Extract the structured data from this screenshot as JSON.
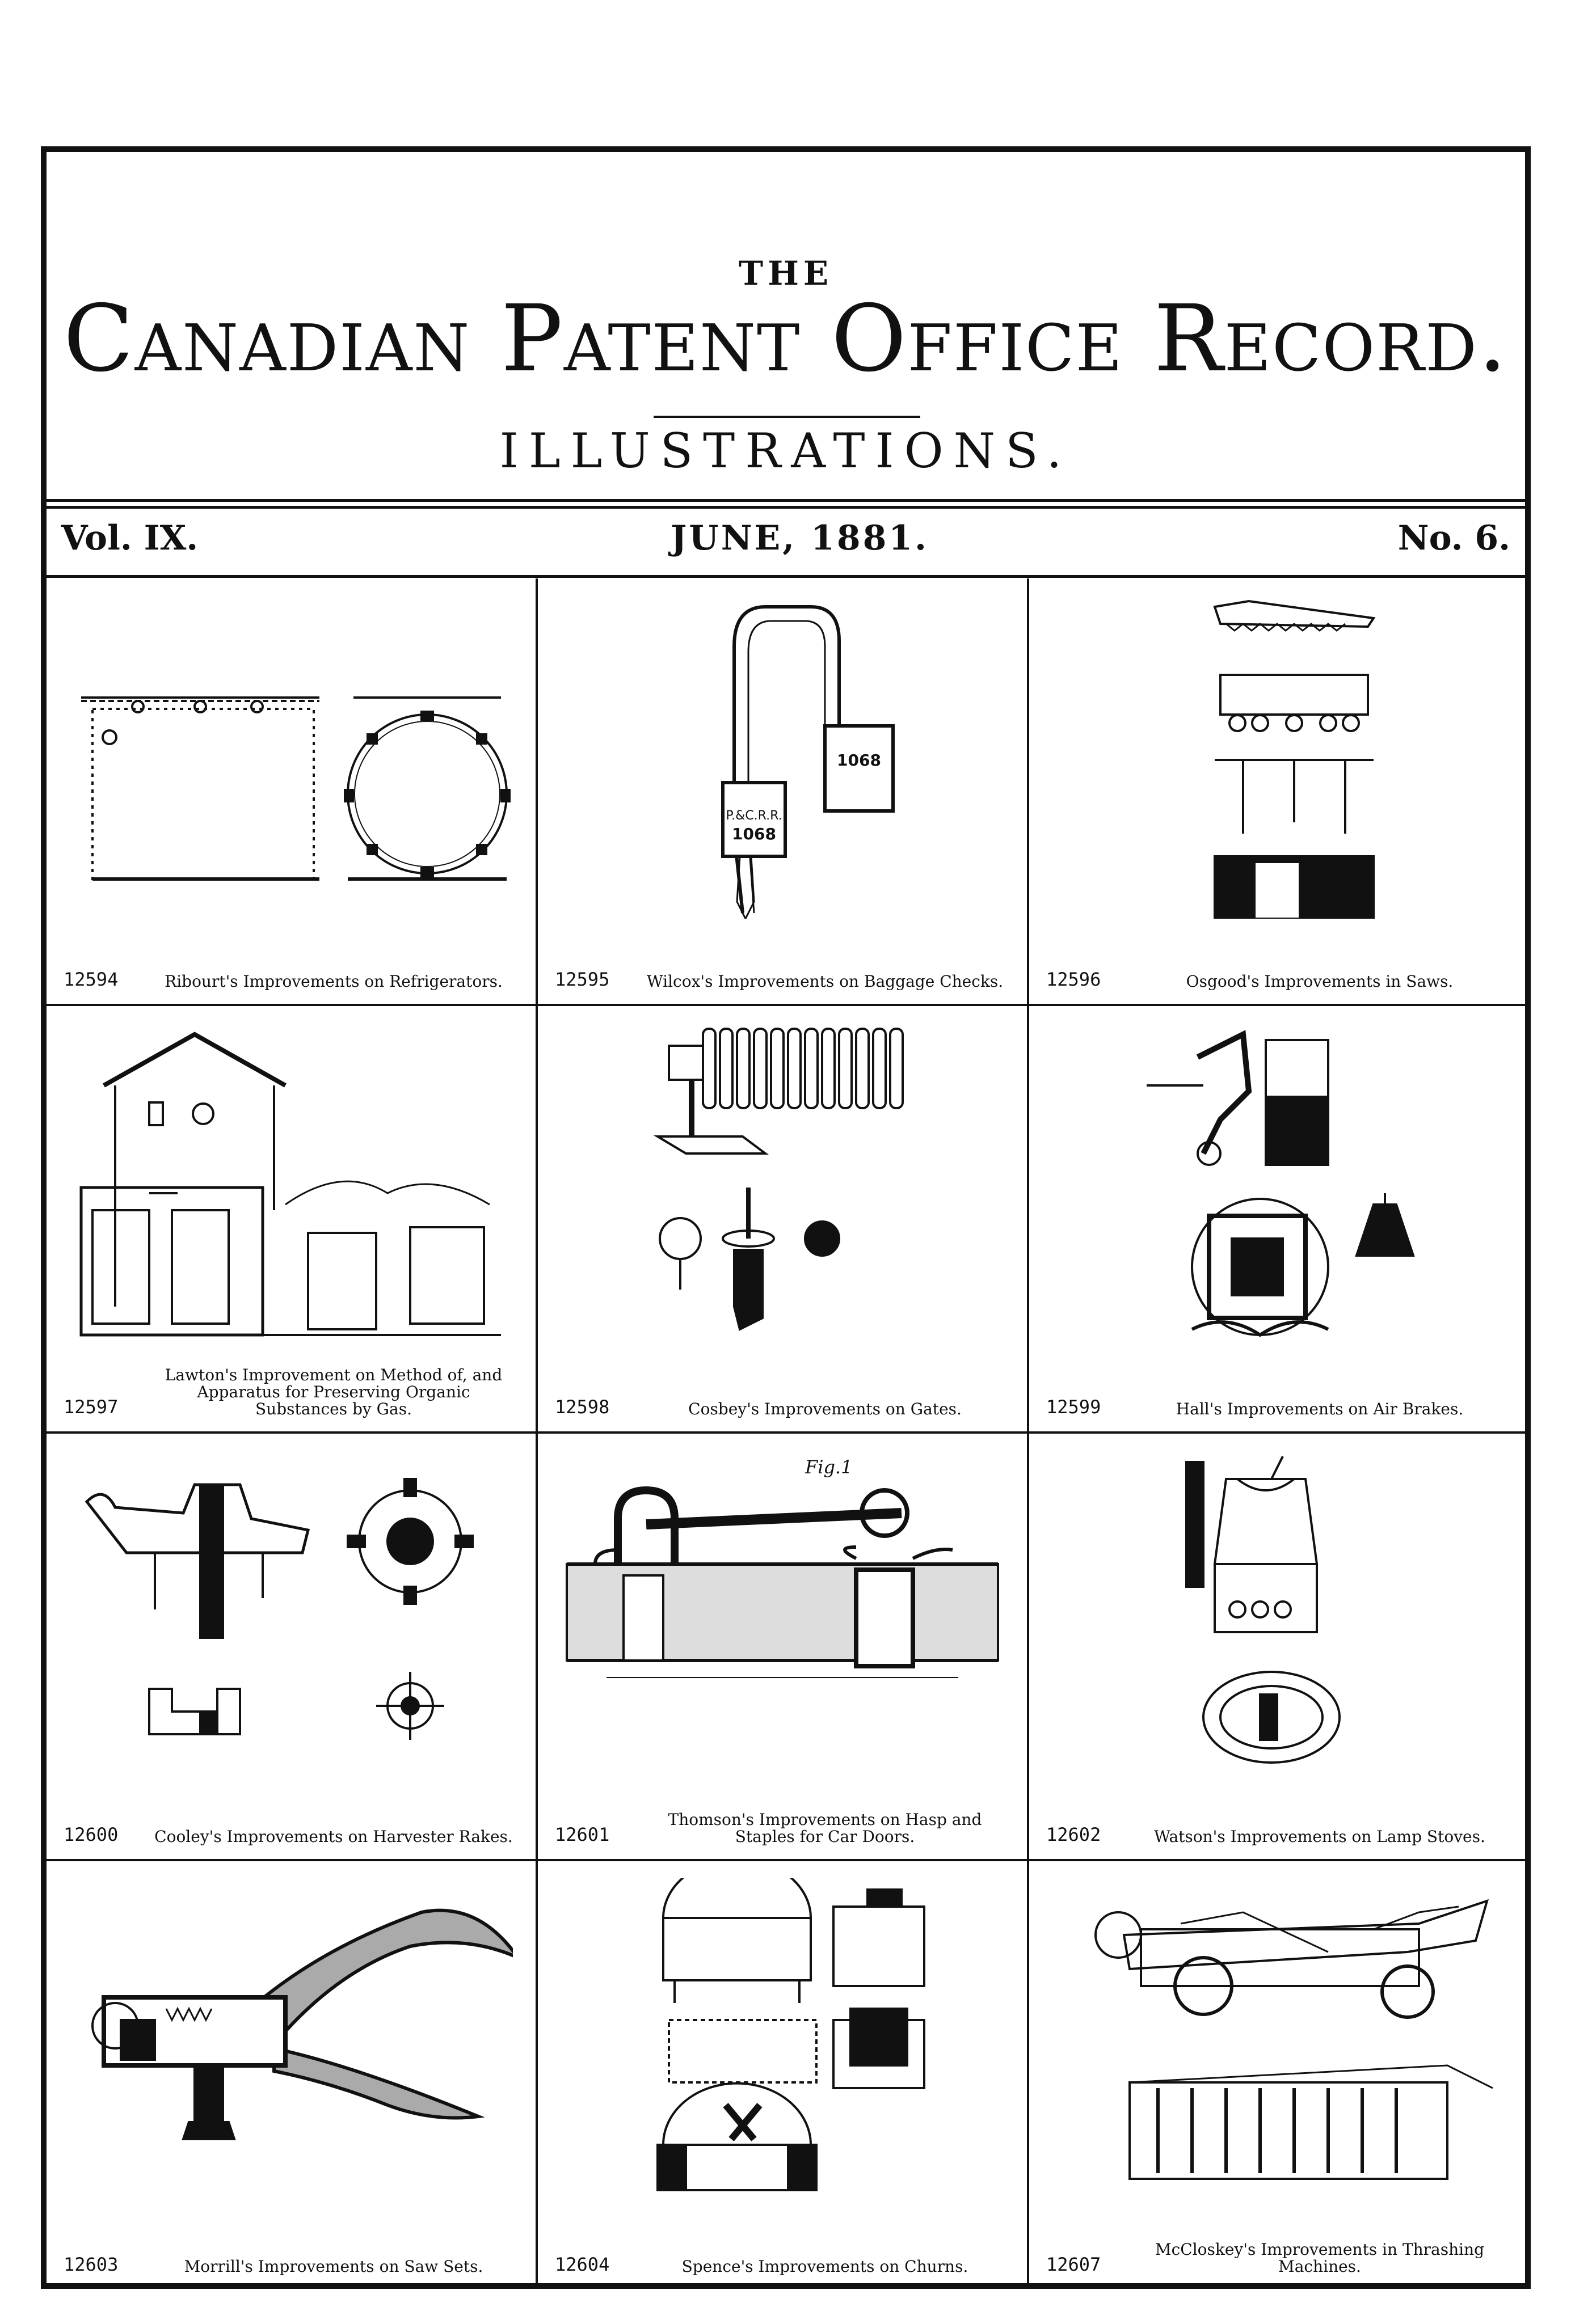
{
  "header": {
    "the": "THE",
    "title": "Canadian Patent Office Record.",
    "subtitle": "ILLUSTRATIONS.",
    "volume": "Vol. IX.",
    "date": "JUNE, 1881.",
    "number": "No. 6."
  },
  "patents": [
    {
      "number": "12594",
      "caption": "Ribourt's Improvements on Refrigerators.",
      "icon": "refrigerator-drawing"
    },
    {
      "number": "12595",
      "caption": "Wilcox's Improvements on Baggage Checks.",
      "icon": "baggage-check-drawing"
    },
    {
      "number": "12596",
      "caption": "Osgood's Improvements in Saws.",
      "icon": "saw-drawing"
    },
    {
      "number": "12597",
      "caption": "Lawton's Improvement on Method of, and Apparatus for Preserving Organic Substances by Gas.",
      "icon": "preserving-apparatus-drawing"
    },
    {
      "number": "12598",
      "caption": "Cosbey's Improvements on Gates.",
      "icon": "gate-drawing"
    },
    {
      "number": "12599",
      "caption": "Hall's Improvements on Air Brakes.",
      "icon": "air-brake-drawing"
    },
    {
      "number": "12600",
      "caption": "Cooley's Improvements on Harvester Rakes.",
      "icon": "harvester-rake-drawing"
    },
    {
      "number": "12601",
      "caption": "Thomson's Improvements on Hasp and Staples for Car Doors.",
      "icon": "hasp-staple-drawing"
    },
    {
      "number": "12602",
      "caption": "Watson's Improvements on Lamp Stoves.",
      "icon": "lamp-stove-drawing"
    },
    {
      "number": "12603",
      "caption": "Morrill's Improvements on Saw Sets.",
      "icon": "saw-set-drawing"
    },
    {
      "number": "12604",
      "caption": "Spence's Improvements on Churns.",
      "icon": "churn-drawing"
    },
    {
      "number": "12607",
      "caption": "McCloskey's Improvements in Thrashing Machines.",
      "icon": "thrashing-machine-drawing"
    }
  ],
  "check_text": {
    "line1": "P.&C.R.R.",
    "line2": "1068"
  },
  "fig_label": "Fig.1"
}
